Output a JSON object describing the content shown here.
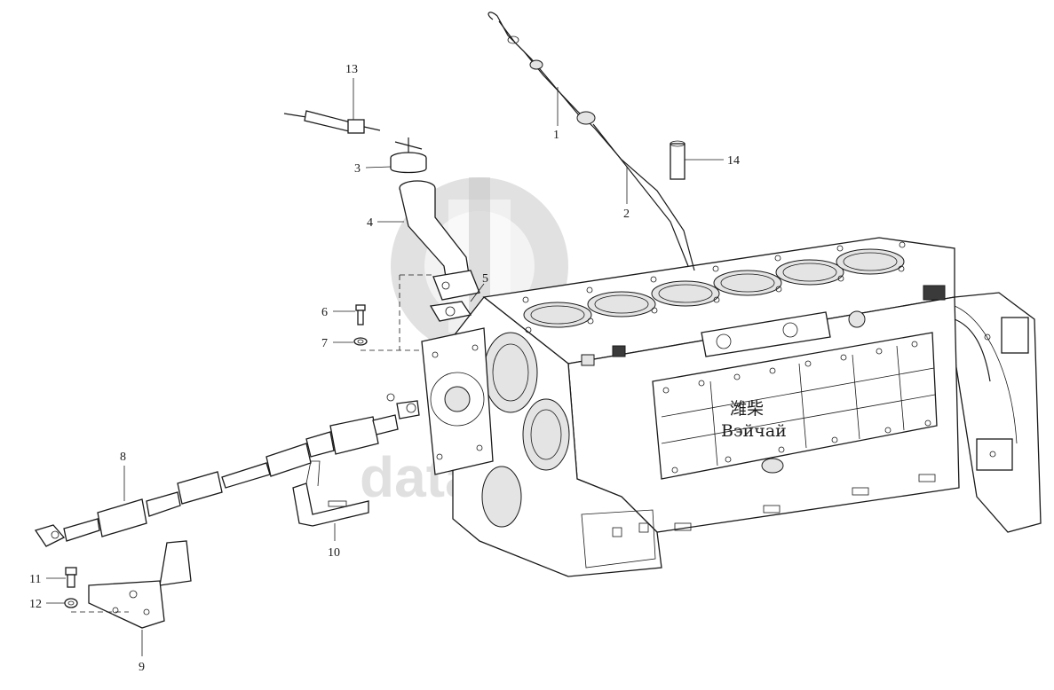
{
  "diagram": {
    "callouts": [
      {
        "id": "1",
        "label": "1"
      },
      {
        "id": "2",
        "label": "2"
      },
      {
        "id": "3",
        "label": "3"
      },
      {
        "id": "4",
        "label": "4"
      },
      {
        "id": "5",
        "label": "5"
      },
      {
        "id": "6",
        "label": "6"
      },
      {
        "id": "7",
        "label": "7"
      },
      {
        "id": "8",
        "label": "8"
      },
      {
        "id": "9",
        "label": "9"
      },
      {
        "id": "10",
        "label": "10"
      },
      {
        "id": "11",
        "label": "11"
      },
      {
        "id": "12",
        "label": "12"
      },
      {
        "id": "13",
        "label": "13"
      },
      {
        "id": "14",
        "label": "14"
      }
    ],
    "block_marking": {
      "line1": "潍柴",
      "line2": "Вэйчай"
    },
    "watermark": {
      "text": "data-sahat"
    }
  }
}
